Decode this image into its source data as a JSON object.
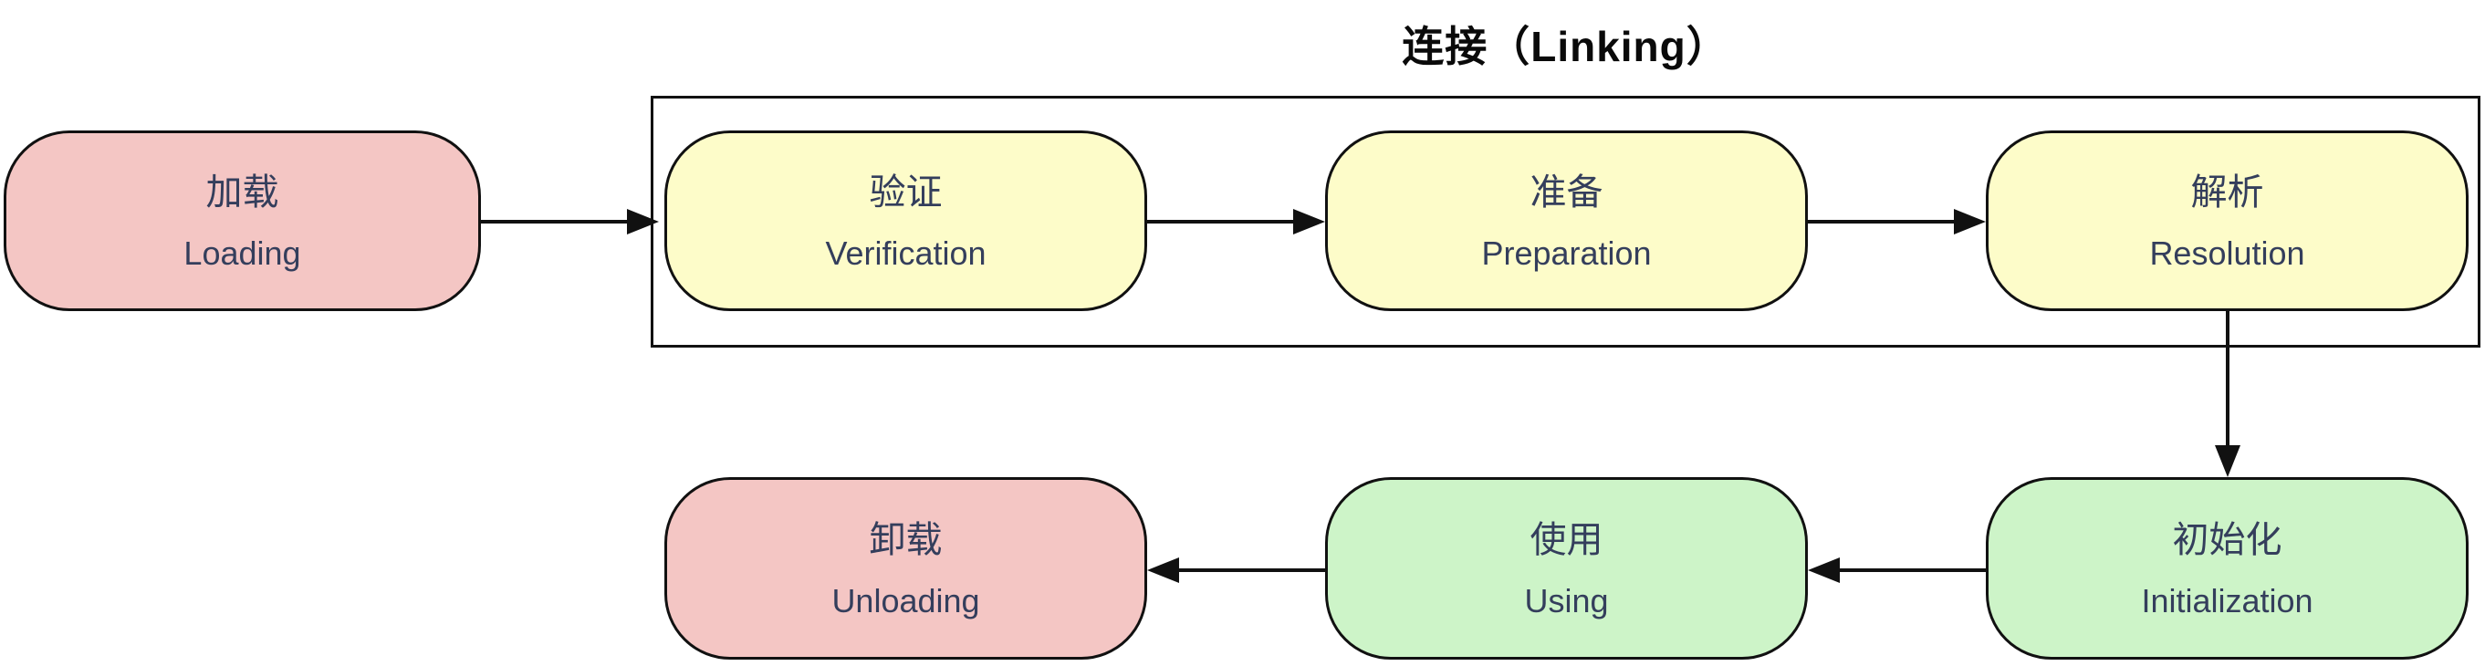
{
  "title": "连接（Linking）",
  "colors": {
    "pink": "#f4c6c4",
    "yellow": "#fdfcc9",
    "green": "#cdf4c8",
    "ink": "#343e5c",
    "line": "#111111",
    "title": "#0a0a0a"
  },
  "nodes": {
    "loading": {
      "zh": "加载",
      "en": "Loading"
    },
    "verification": {
      "zh": "验证",
      "en": "Verification"
    },
    "preparation": {
      "zh": "准备",
      "en": "Preparation"
    },
    "resolution": {
      "zh": "解析",
      "en": "Resolution"
    },
    "initialization": {
      "zh": "初始化",
      "en": "Initialization"
    },
    "using": {
      "zh": "使用",
      "en": "Using"
    },
    "unloading": {
      "zh": "卸载",
      "en": "Unloading"
    }
  },
  "flow": [
    "loading → verification",
    "verification → preparation",
    "preparation → resolution",
    "resolution → initialization",
    "initialization → using",
    "using → unloading"
  ]
}
